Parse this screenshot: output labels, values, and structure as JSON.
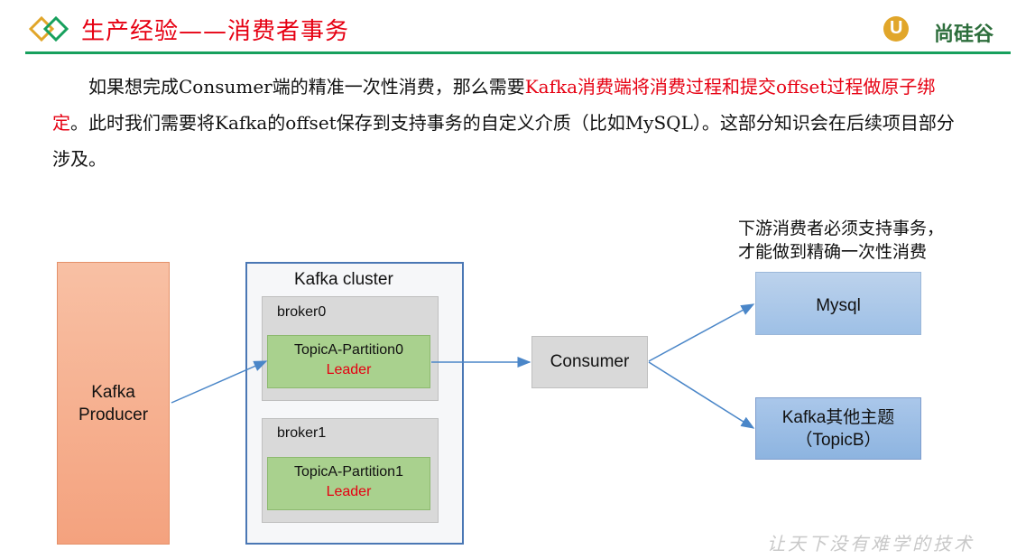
{
  "header": {
    "title": "生产经验——消费者事务",
    "brand": "尚硅谷"
  },
  "paragraph": {
    "part1": "如果想完成Consumer端的精准一次性消费，那么需要",
    "highlight": "Kafka消费端将消费过程和提交offset过程做原子绑定",
    "part2": "。此时我们需要将Kafka的offset保存到支持事务的自定义介质（比如MySQL）。这部分知识会在后续项目部分涉及。"
  },
  "diagram": {
    "producer": "Kafka\nProducer",
    "cluster_label": "Kafka cluster",
    "broker0": {
      "label": "broker0",
      "partition": "TopicA-Partition0",
      "role": "Leader"
    },
    "broker1": {
      "label": "broker1",
      "partition": "TopicA-Partition1",
      "role": "Leader"
    },
    "consumer": "Consumer",
    "mysql": "Mysql",
    "kafka_other": "Kafka其他主题\n（TopicB）",
    "note_line1": "下游消费者必须支持事务，",
    "note_line2": "才能做到精确一次性消费"
  },
  "footer": {
    "slogan": "让天下没有难学的技术"
  },
  "colors": {
    "title_red": "#e60012",
    "header_line": "#17a05d",
    "arrow": "#4a86c8"
  }
}
